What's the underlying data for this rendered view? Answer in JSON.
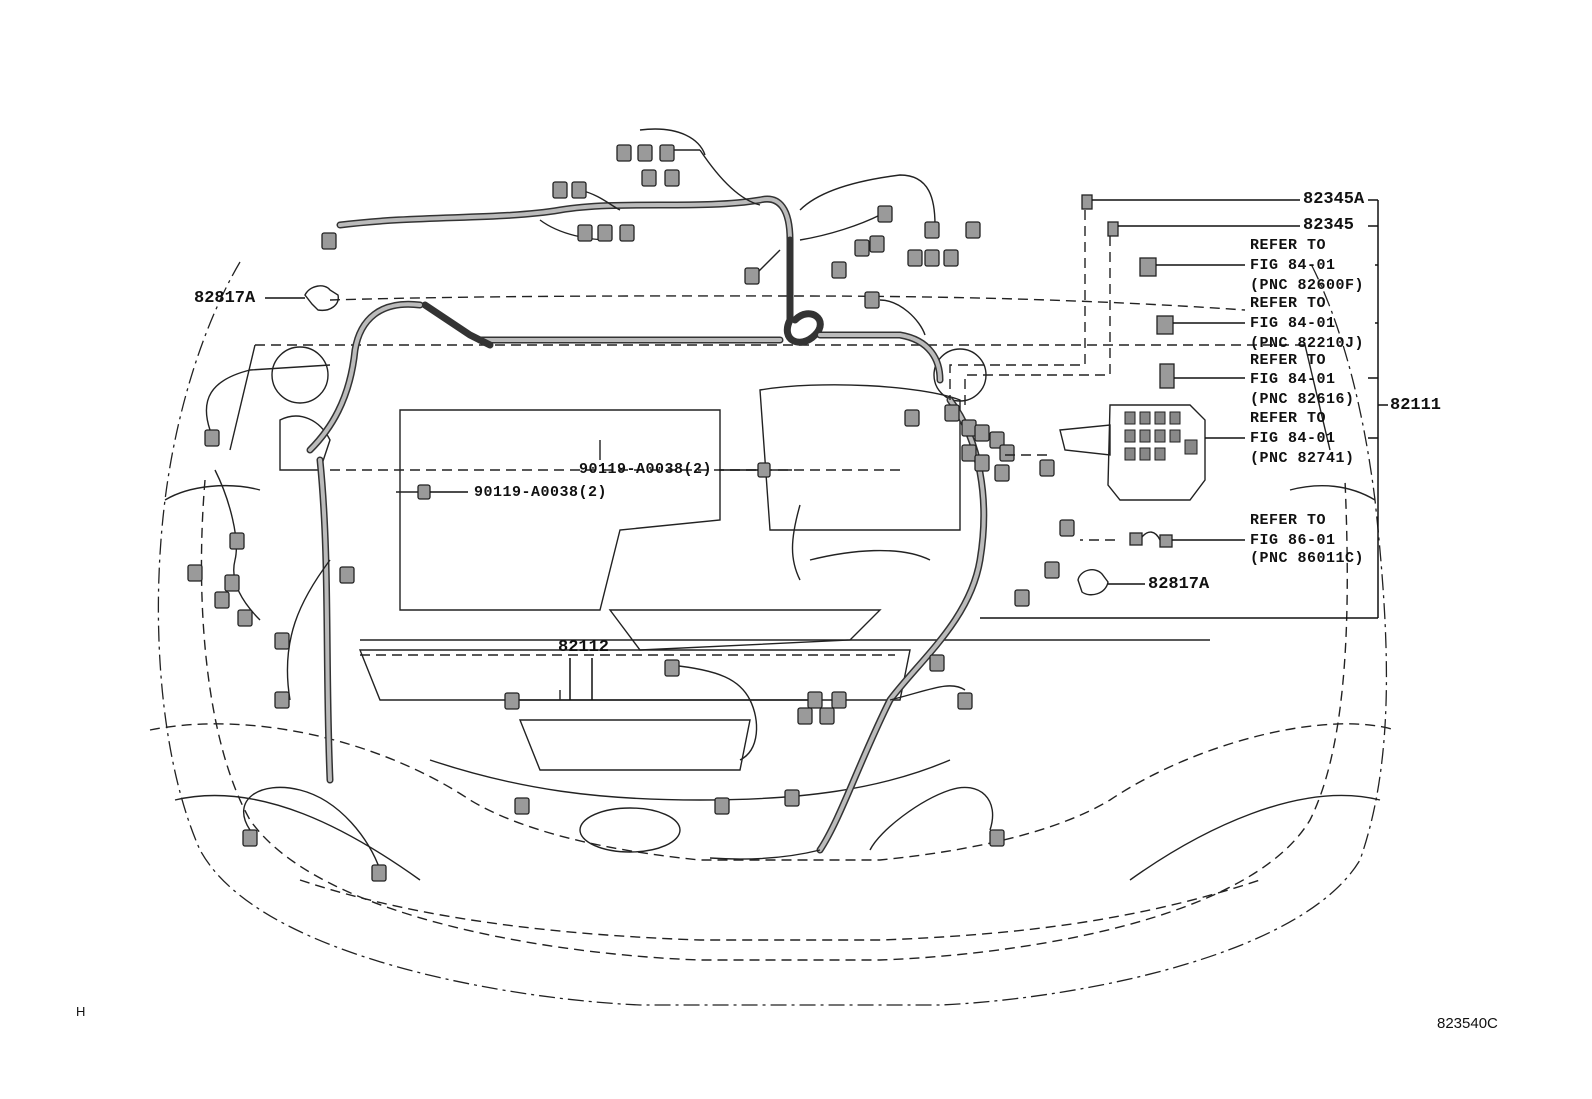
{
  "labels": {
    "p82345A": "82345A",
    "p82345": "82345",
    "p82111": "82111",
    "p82817A_left": "82817A",
    "p82817A_right": "82817A",
    "p82112": "82112",
    "bolt_top": "90119-A0038(2)",
    "bolt_left": "90119-A0038(2)",
    "ref1_line1": "REFER TO",
    "ref1_line2": "FIG 84-01",
    "ref1_line3": "(PNC 82600F)",
    "ref2_line1": "REFER TO",
    "ref2_line2": "FIG 84-01",
    "ref2_line3": "(PNC 82210J)",
    "ref3_line1": "REFER TO",
    "ref3_line2": "FIG 84-01",
    "ref3_line3": "(PNC 82616)",
    "ref4_line1": "REFER TO",
    "ref4_line2": "FIG 84-01",
    "ref4_line3": "(PNC 82741)",
    "ref5_line1": "REFER TO",
    "ref5_line2": "FIG 86-01",
    "ref5_line3": "(PNC 86011C)",
    "corner_mark": "H",
    "figure_id": "823540C"
  },
  "icons": {
    "connector": "wiring-connector-icon",
    "clip": "harness-clip-icon",
    "bolt": "bolt-icon",
    "relay_block": "relay-block-icon"
  }
}
